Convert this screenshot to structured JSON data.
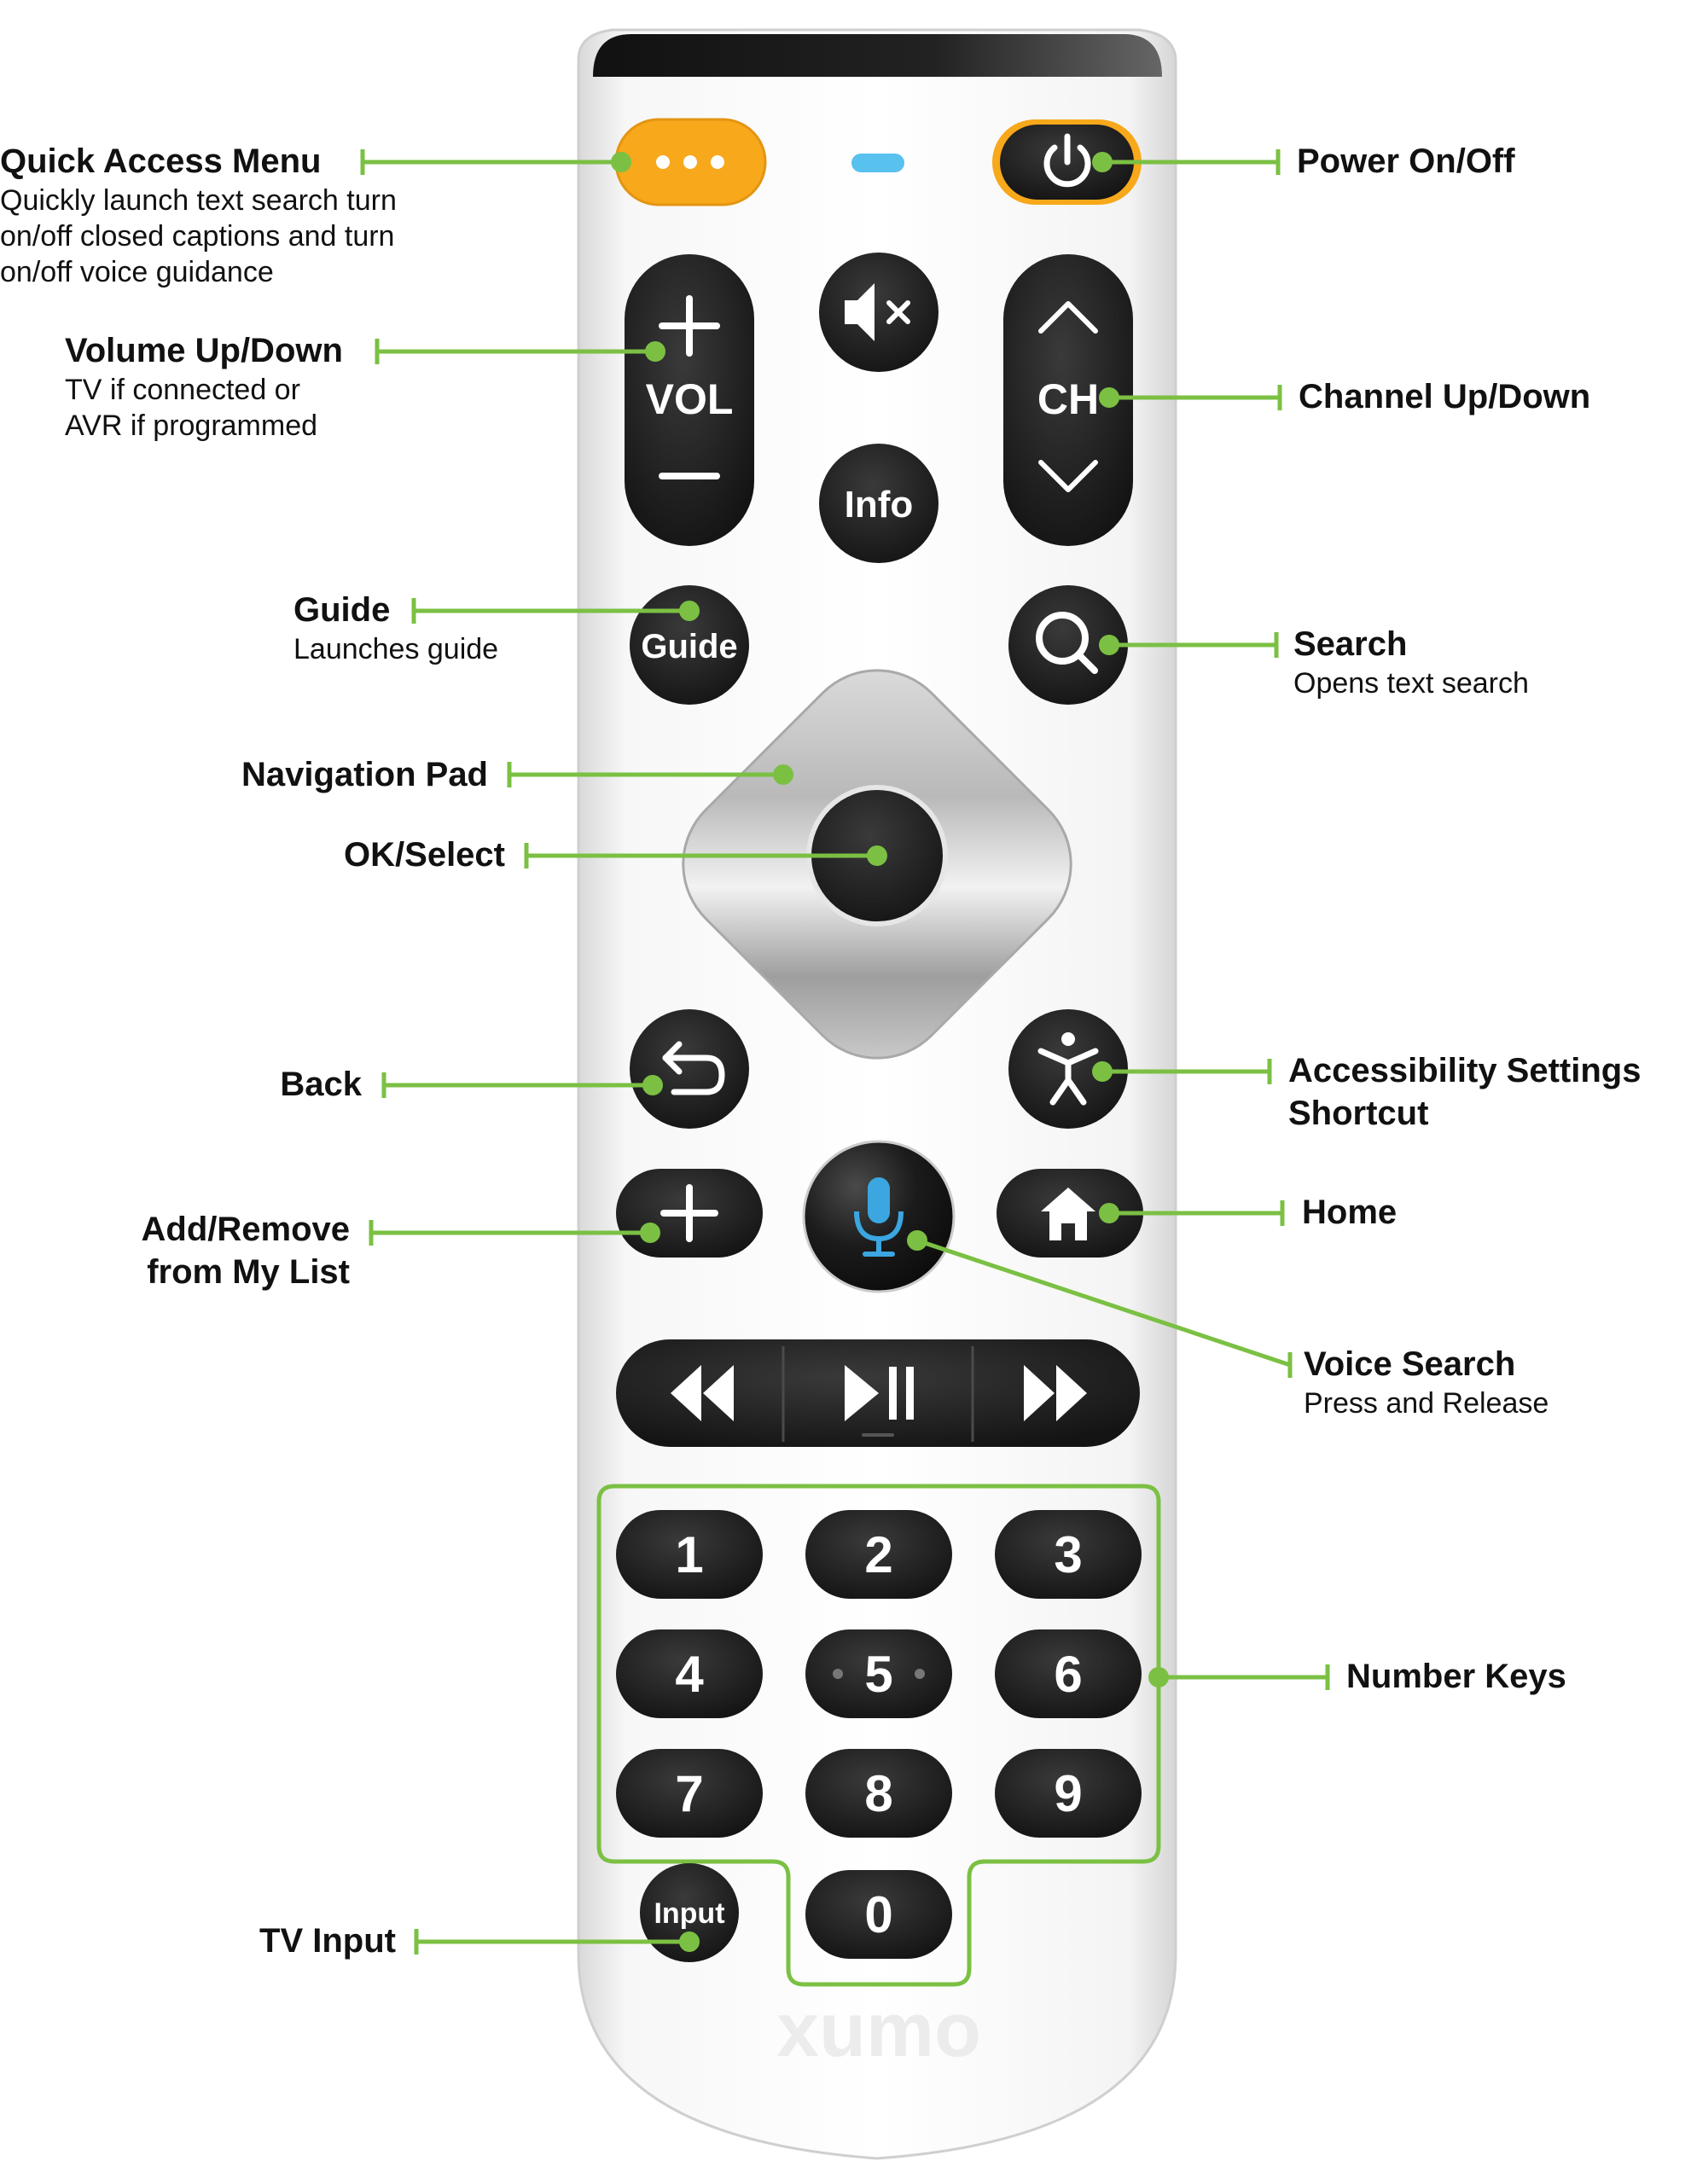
{
  "remote": {
    "quick_access_icon": "ellipsis-icon",
    "power_icon": "power-icon",
    "mute_icon": "mute-icon",
    "vol_plus_icon": "plus-icon",
    "vol_minus_icon": "minus-icon",
    "ch_up_icon": "chevron-up-icon",
    "ch_down_icon": "chevron-down-icon",
    "search_icon": "search-icon",
    "back_icon": "back-arrow-icon",
    "accessibility_icon": "accessibility-icon",
    "add_icon": "plus-icon",
    "voice_icon": "microphone-icon",
    "home_icon": "home-icon",
    "rewind_icon": "rewind-icon",
    "play_pause_icon": "play-pause-icon",
    "fast_forward_icon": "fast-forward-icon",
    "keys": {
      "vol": "VOL",
      "ch": "CH",
      "info": "Info",
      "guide": "Guide",
      "input": "Input",
      "brand": "xumo",
      "numbers": [
        "1",
        "2",
        "3",
        "4",
        "5",
        "6",
        "7",
        "8",
        "9",
        "0"
      ]
    },
    "colors": {
      "body": "#f2f2f2",
      "button": "#1e1e1e",
      "quick_access": "#f7a81b",
      "led": "#58c1ee",
      "mic": "#3ba6e0",
      "callout": "#7bc043"
    }
  },
  "callouts": {
    "quick_access": {
      "title": "Quick Access Menu",
      "desc_lines": [
        "Quickly launch text search turn",
        "on/off closed captions and turn",
        "on/off voice guidance"
      ]
    },
    "power": {
      "title": "Power On/Off"
    },
    "volume": {
      "title": "Volume Up/Down",
      "desc_lines": [
        "TV if connected or",
        "AVR if programmed"
      ]
    },
    "channel": {
      "title": "Channel Up/Down"
    },
    "guide": {
      "title": "Guide",
      "desc": "Launches guide"
    },
    "search": {
      "title": "Search",
      "desc": "Opens text search"
    },
    "nav_pad": {
      "title": "Navigation Pad"
    },
    "ok_select": {
      "title": "OK/Select"
    },
    "back": {
      "title": "Back"
    },
    "accessibility": {
      "title_lines": [
        "Accessibility Settings",
        "Shortcut"
      ]
    },
    "add_remove": {
      "title_lines": [
        "Add/Remove",
        "from My List"
      ]
    },
    "home": {
      "title": "Home"
    },
    "voice": {
      "title": "Voice Search",
      "desc": "Press and Release"
    },
    "number_keys": {
      "title": "Number Keys"
    },
    "tv_input": {
      "title": "TV Input"
    }
  }
}
